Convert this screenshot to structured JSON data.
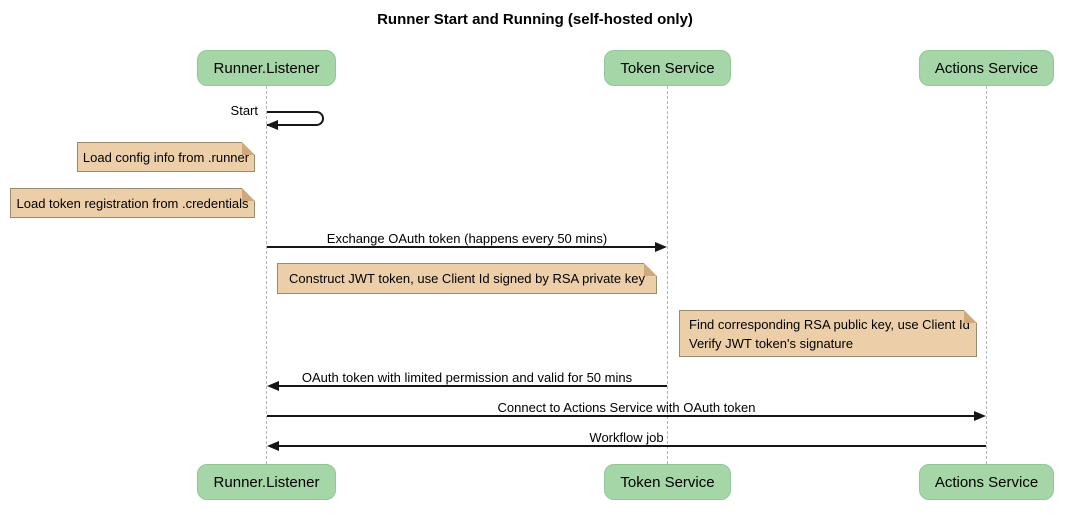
{
  "title": "Runner Start and Running (self-hosted only)",
  "participants": {
    "runner": {
      "label": "Runner.Listener"
    },
    "token": {
      "label": "Token Service"
    },
    "actions": {
      "label": "Actions Service"
    }
  },
  "messages": {
    "start": {
      "label": "Start",
      "from": "runner",
      "to": "runner"
    },
    "exchange_oauth": {
      "label": "Exchange OAuth token (happens every 50 mins)",
      "from": "runner",
      "to": "token"
    },
    "oauth_token_return": {
      "label": "OAuth token with limited permission and valid for 50 mins",
      "from": "token",
      "to": "runner"
    },
    "connect_actions": {
      "label": "Connect to Actions Service with OAuth token",
      "from": "runner",
      "to": "actions"
    },
    "workflow_job": {
      "label": "Workflow job",
      "from": "actions",
      "to": "runner"
    }
  },
  "notes": {
    "load_config": {
      "text": "Load config info from .runner"
    },
    "load_credentials": {
      "text": "Load token registration from .credentials"
    },
    "construct_jwt": {
      "text": "Construct JWT token, use Client Id signed by RSA private key"
    },
    "verify_jwt": {
      "line1": "Find corresponding RSA public key, use Client Id",
      "line2": "Verify JWT token's signature"
    }
  },
  "colors": {
    "participant_fill": "#A5D6A7",
    "participant_border": "#94C698",
    "note_fill": "#ECCFA9",
    "note_border": "#9A8A6F",
    "note_fold": "#CFA97C",
    "lifeline": "#B3B3B3",
    "arrow": "#161616",
    "background": "#FFFFFF",
    "text": "#000000"
  }
}
